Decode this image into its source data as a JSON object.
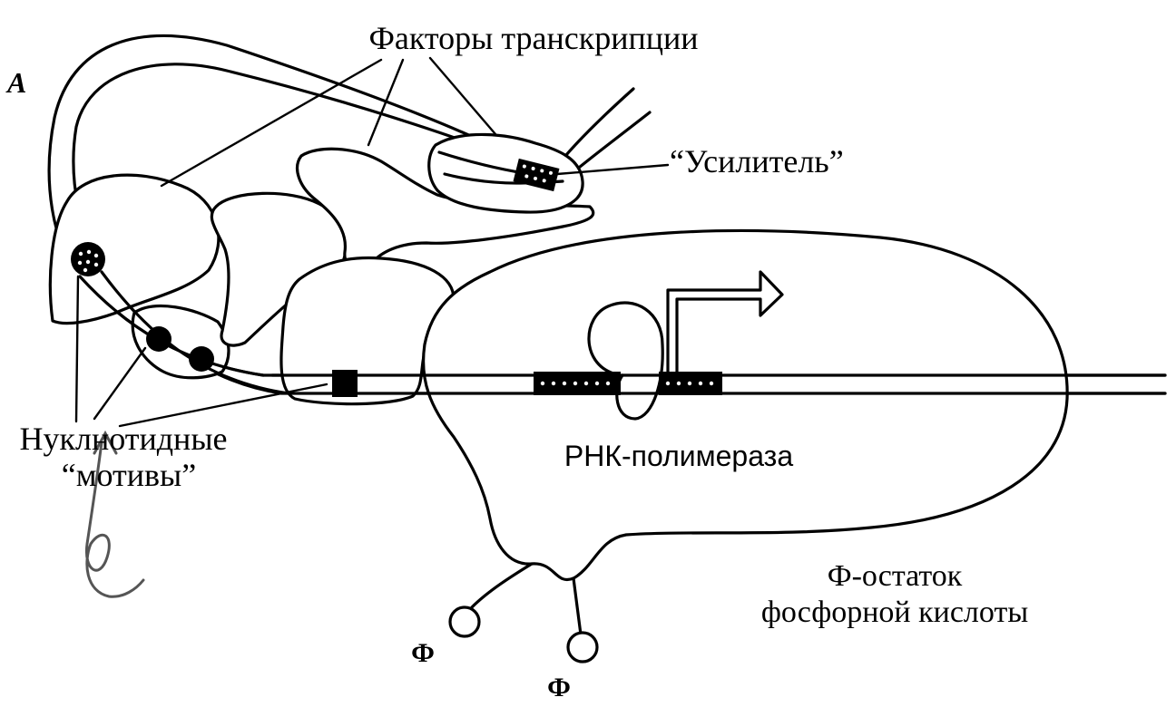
{
  "labels": {
    "panel": "A",
    "factors": "Факторы транскрипции",
    "enhancer": "“Усилитель”",
    "motifs_line1": "Нуклнотидные",
    "motifs_line2": "“мотивы”",
    "polymerase": "РНК-полимераза",
    "legend_line1": "Ф-остаток",
    "legend_line2": "фосфорной кислоты",
    "phos_left": "Ф",
    "phos_bottom": "Ф"
  },
  "colors": {
    "ink": "#000000",
    "paper": "#ffffff",
    "handwriting": "#555555"
  }
}
